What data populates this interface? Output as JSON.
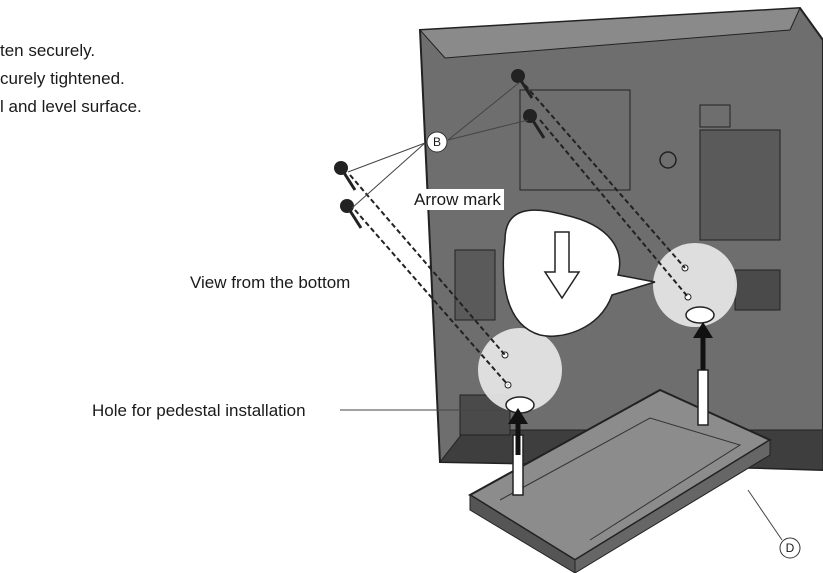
{
  "instructions": {
    "line1": "ten securely.",
    "line2": "curely tightened.",
    "line3": "l and level surface."
  },
  "labels": {
    "arrow_mark": "Arrow mark",
    "view_from_bottom": "View from the bottom",
    "pedestal_hole": "Hole for pedestal installation"
  },
  "callouts": {
    "screws": "B",
    "pedestal": "D"
  }
}
